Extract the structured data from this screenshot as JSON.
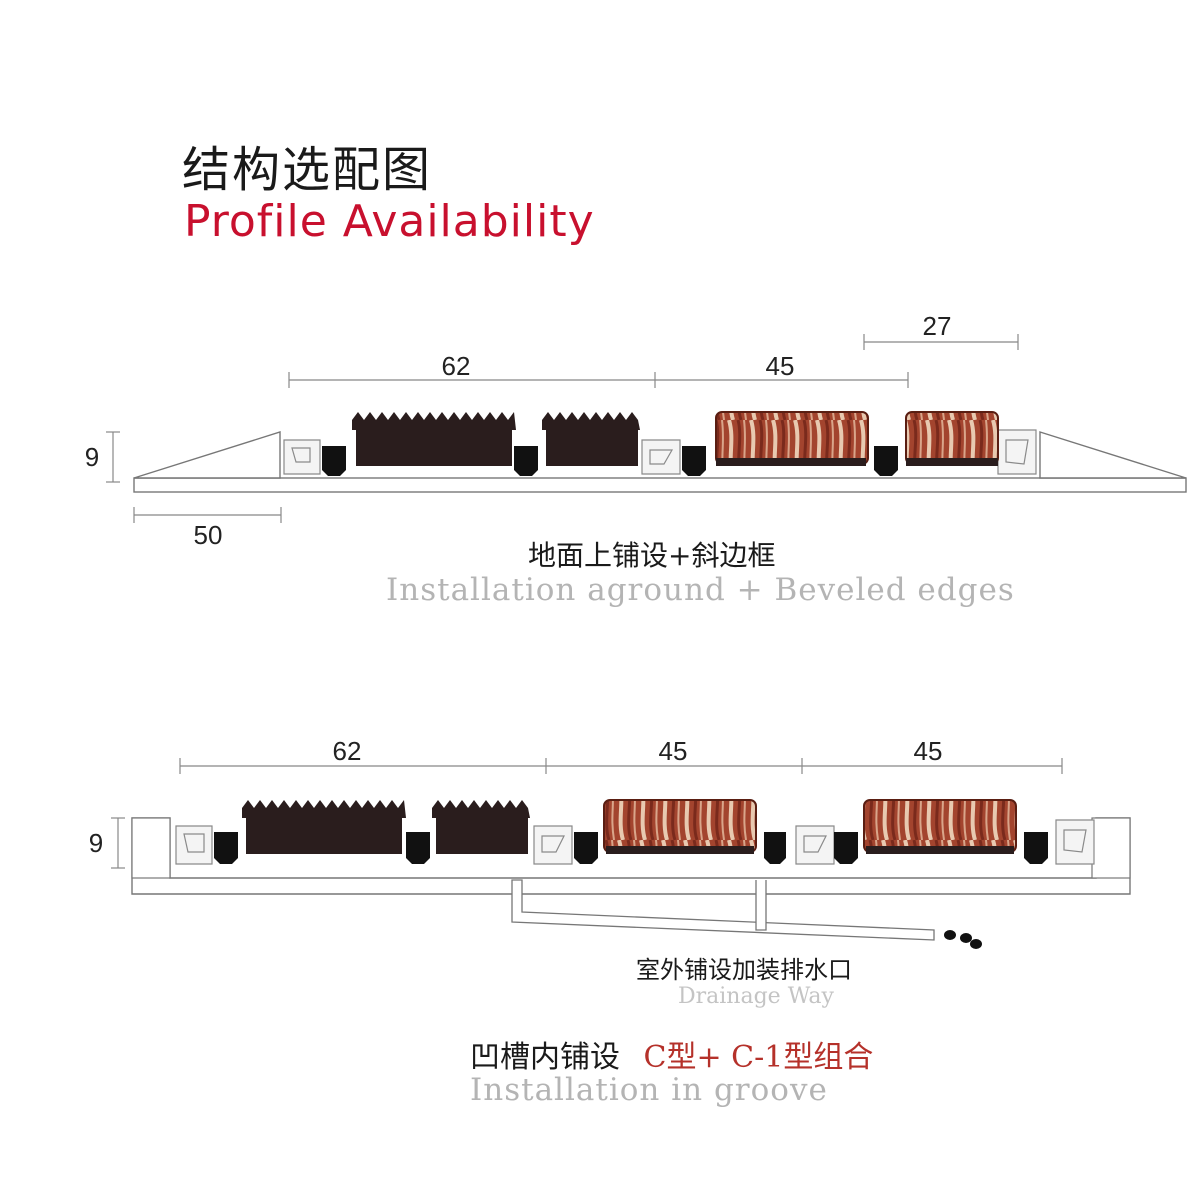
{
  "title": {
    "cn": "结构选配图",
    "en": "Profile Availability"
  },
  "diagram1": {
    "dims": {
      "a": "62",
      "b": "45",
      "c": "27",
      "height": "9",
      "edge": "50"
    },
    "caption_cn": "地面上铺设+斜边框",
    "caption_en": "Installation aground + Beveled edges"
  },
  "diagram2": {
    "dims": {
      "a": "62",
      "b": "45",
      "c": "45",
      "height": "9"
    },
    "drain_cn": "室外铺设加装排水口",
    "drain_en": "Drainage Way",
    "caption_cn_prefix": "凹槽内铺设",
    "caption_cn_type": "C型+ C-1型组合",
    "caption_en": "Installation in groove"
  },
  "colors": {
    "title_red": "#c8102e",
    "type_red": "#b5312a",
    "rubber": "#2a1d1d",
    "carpet": "#a3442e",
    "caption_grey": "#b4b4b4"
  }
}
